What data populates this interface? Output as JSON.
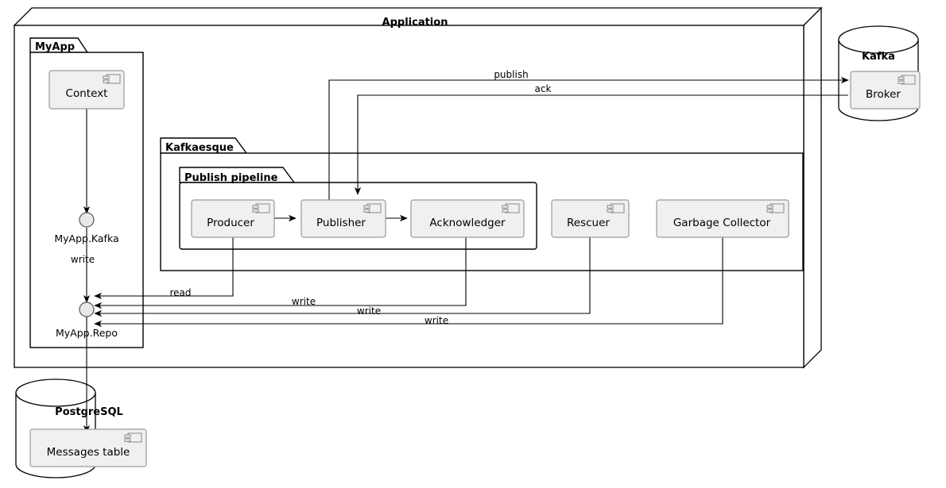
{
  "diagram": {
    "type": "uml-component-diagram",
    "nodes": {
      "application": {
        "label": "Application"
      },
      "kafka_db": {
        "label": "Kafka"
      },
      "postgres_db": {
        "label": "PostgreSQL"
      }
    },
    "packages": {
      "myapp": {
        "label": "MyApp"
      },
      "kafkaesque": {
        "label": "Kafkaesque"
      },
      "publish_pipeline": {
        "label": "Publish pipeline"
      }
    },
    "components": [
      {
        "id": "context",
        "label": "Context",
        "icon": "component-icon"
      },
      {
        "id": "producer",
        "label": "Producer",
        "icon": "component-icon"
      },
      {
        "id": "publisher",
        "label": "Publisher",
        "icon": "component-icon"
      },
      {
        "id": "acknowledger",
        "label": "Acknowledger",
        "icon": "component-icon"
      },
      {
        "id": "rescuer",
        "label": "Rescuer",
        "icon": "component-icon"
      },
      {
        "id": "garbage_collector",
        "label": "Garbage Collector",
        "icon": "component-icon"
      },
      {
        "id": "broker",
        "label": "Broker",
        "icon": "component-icon"
      },
      {
        "id": "messages_table",
        "label": "Messages table",
        "icon": "component-icon"
      }
    ],
    "interfaces": [
      {
        "id": "myapp_kafka",
        "label": "MyApp.Kafka"
      },
      {
        "id": "myapp_repo",
        "label": "MyApp.Repo"
      }
    ],
    "edge_labels": {
      "publish": "publish",
      "ack": "ack",
      "write_kafka": "write",
      "read": "read",
      "write_acknowledger": "write",
      "write_rescuer": "write",
      "write_gc": "write"
    },
    "colors": {
      "stroke": "#000000",
      "component_fill": "#f0f0f0",
      "component_stroke": "#9a9a9a",
      "interface_fill": "#e8e8e8",
      "background": "#ffffff"
    }
  }
}
